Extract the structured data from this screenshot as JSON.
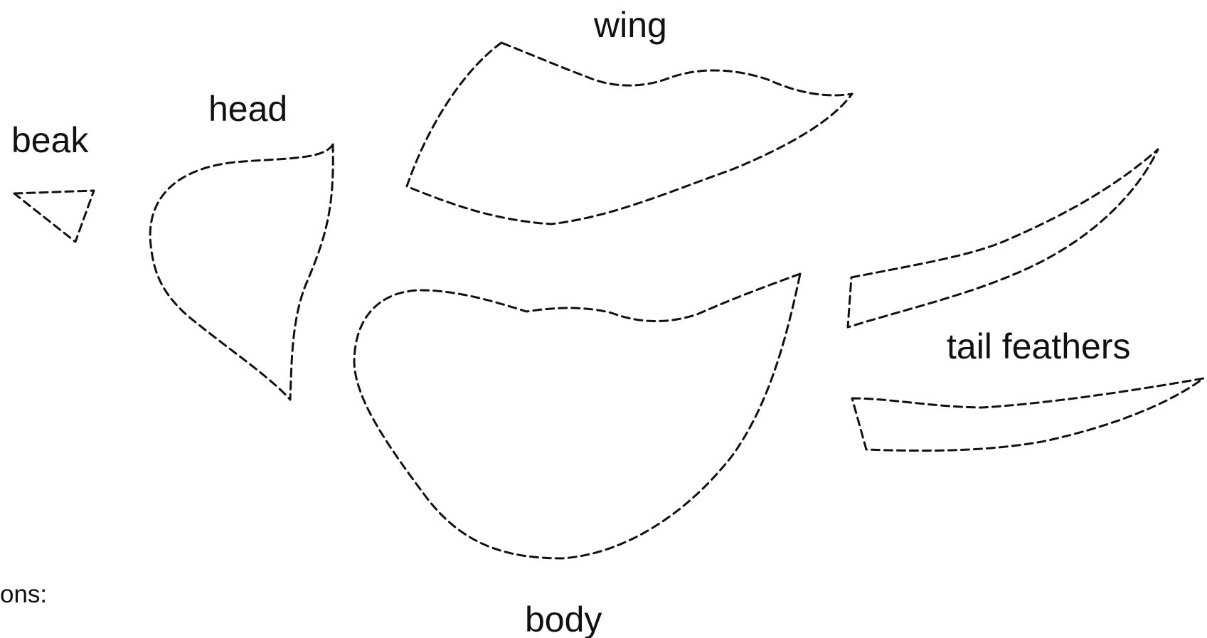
{
  "labels": {
    "wing": "wing",
    "head": "head",
    "beak": "beak",
    "tail_feathers": "tail feathers",
    "body": "body",
    "instructions_fragment": "ons:"
  },
  "colors": {
    "stroke": "#111111",
    "background": "#ffffff"
  }
}
